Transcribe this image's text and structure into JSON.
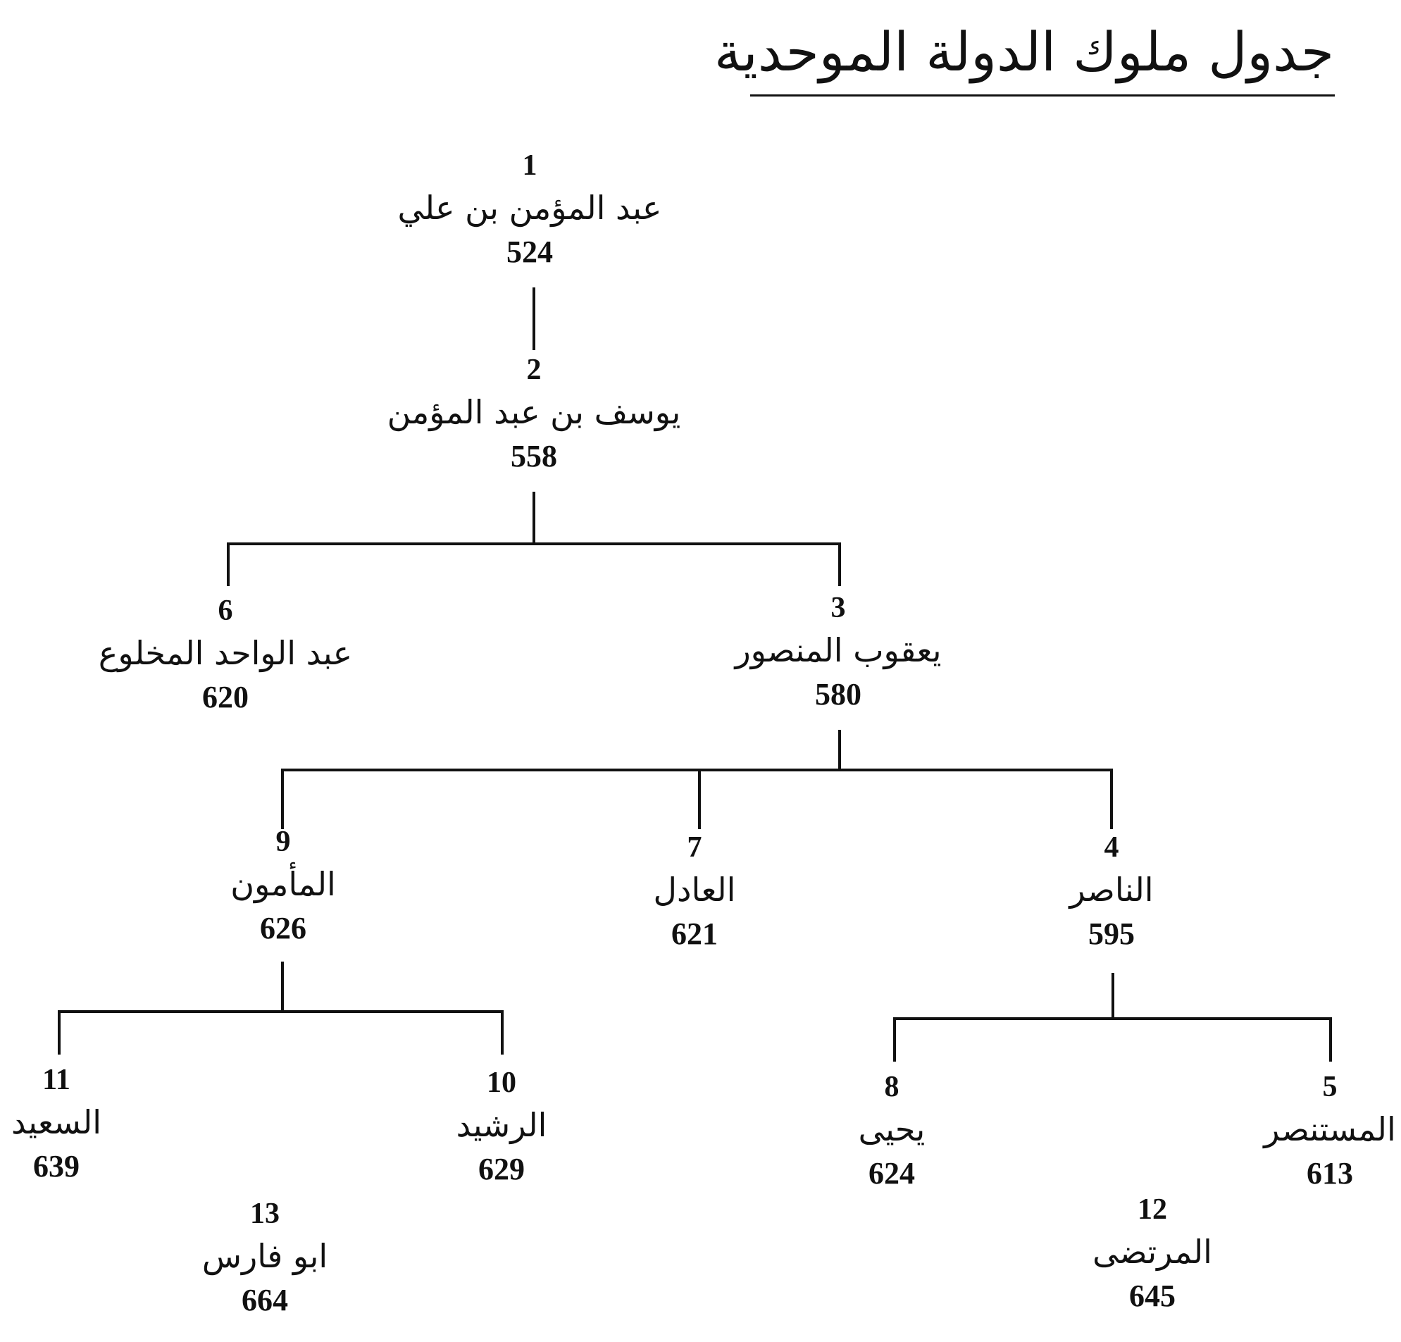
{
  "title": "جدول ملوك الدولة الموحدية",
  "rulers": [
    {
      "order": "1",
      "name": "عبد المؤمن بن علي",
      "year": "524"
    },
    {
      "order": "2",
      "name": "يوسف بن عبد المؤمن",
      "year": "558"
    },
    {
      "order": "3",
      "name": "يعقوب المنصور",
      "year": "580"
    },
    {
      "order": "6",
      "name": "عبد الواحد المخلوع",
      "year": "620"
    },
    {
      "order": "9",
      "name": "المأمون",
      "year": "626"
    },
    {
      "order": "7",
      "name": "العادل",
      "year": "621"
    },
    {
      "order": "4",
      "name": "الناصر",
      "year": "595"
    },
    {
      "order": "11",
      "name": "السعيد",
      "year": "639"
    },
    {
      "order": "10",
      "name": "الرشيد",
      "year": "629"
    },
    {
      "order": "8",
      "name": "يحيى",
      "year": "624"
    },
    {
      "order": "5",
      "name": "المستنصر",
      "year": "613"
    },
    {
      "order": "13",
      "name": "ابو فارس",
      "year": "664"
    },
    {
      "order": "12",
      "name": "المرتضى",
      "year": "645"
    }
  ]
}
